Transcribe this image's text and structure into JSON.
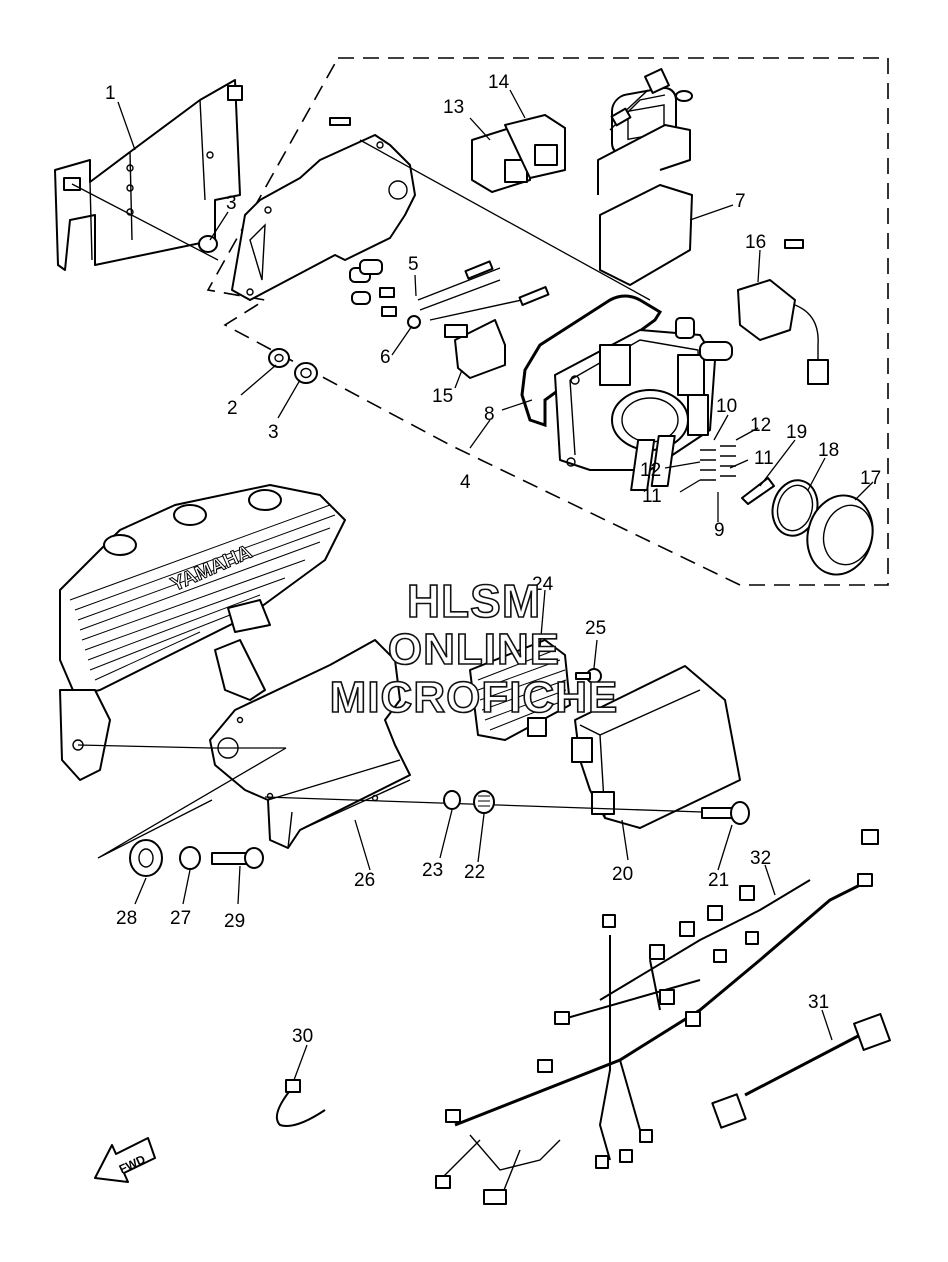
{
  "watermark": {
    "line1": "HLSM",
    "line2": "ONLINE",
    "line3": "MICROFICHE"
  },
  "engine_brand": "YAMAHA",
  "fwd_arrow_label": "FWD",
  "callouts": {
    "n1": "1",
    "n2": "2",
    "n3a": "3",
    "n3b": "3",
    "n4": "4",
    "n5": "5",
    "n6": "6",
    "n7": "7",
    "n8": "8",
    "n9": "9",
    "n10": "10",
    "n11a": "11",
    "n11b": "11",
    "n12a": "12",
    "n12b": "12",
    "n13": "13",
    "n14": "14",
    "n15": "15",
    "n16": "16",
    "n17": "17",
    "n18": "18",
    "n19": "19",
    "n20": "20",
    "n21": "21",
    "n22": "22",
    "n23": "23",
    "n24": "24",
    "n25": "25",
    "n26": "26",
    "n27": "27",
    "n28": "28",
    "n29": "29",
    "n30": "30",
    "n31": "31",
    "n32": "32"
  }
}
